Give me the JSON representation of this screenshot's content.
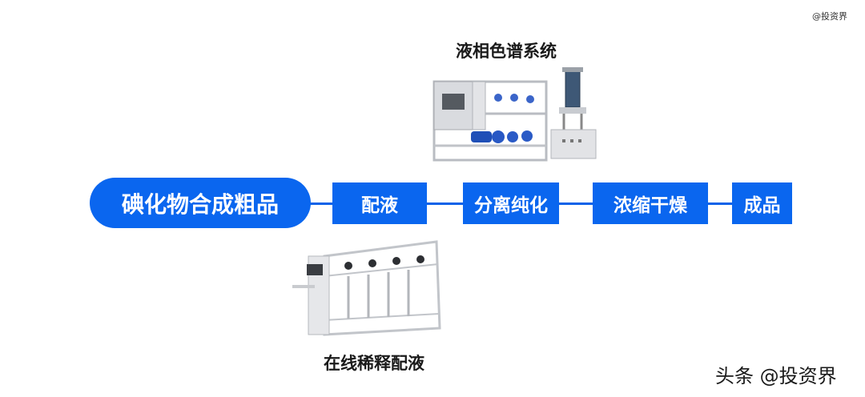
{
  "watermark_top": "@投资界",
  "flow": {
    "start": "碘化物合成粗品",
    "steps": [
      "配液",
      "分离纯化",
      "浓缩干燥",
      "成品"
    ]
  },
  "equipment": {
    "top_label": "液相色谱系统",
    "bottom_label": "在线稀释配液"
  },
  "footer_watermark": "头条 @投资界",
  "colors": {
    "accent": "#0a66ef",
    "line": "#0a62e8"
  }
}
